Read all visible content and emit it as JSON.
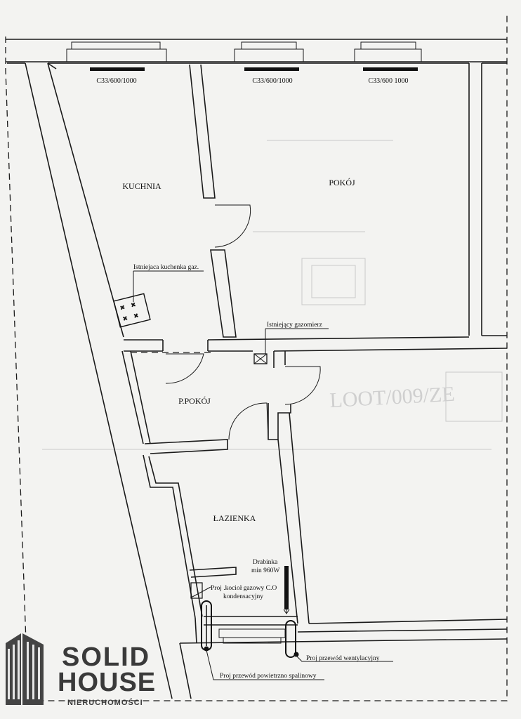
{
  "rooms": {
    "kitchen": "KUCHNIA",
    "room": "POKÓJ",
    "hall": "P.POKÓJ",
    "bathroom": "ŁAZIENKA"
  },
  "radiators": [
    {
      "label": "C33/600/1000"
    },
    {
      "label": "C33/600/1000"
    },
    {
      "label": "C33/600 1000"
    }
  ],
  "annotations": {
    "stove": "Istniejaca kuchenka gaz.",
    "gas_meter": "Istniejący gazomierz",
    "towel_rail_line1": "Drabinka",
    "towel_rail_line2": "min 960W",
    "boiler_line1": "Proj .kocioł gazowy C.O",
    "boiler_line2": "kondensacyjny",
    "vent_duct": "Proj przewód wentylacyjny",
    "flue_duct": "Proj przewód powietrzno spalinowy"
  },
  "logo": {
    "line1": "SOLID",
    "line2": "HOUSE",
    "tagline": "NIERUCHOMOŚCI",
    "color": "#3a3a3a"
  }
}
